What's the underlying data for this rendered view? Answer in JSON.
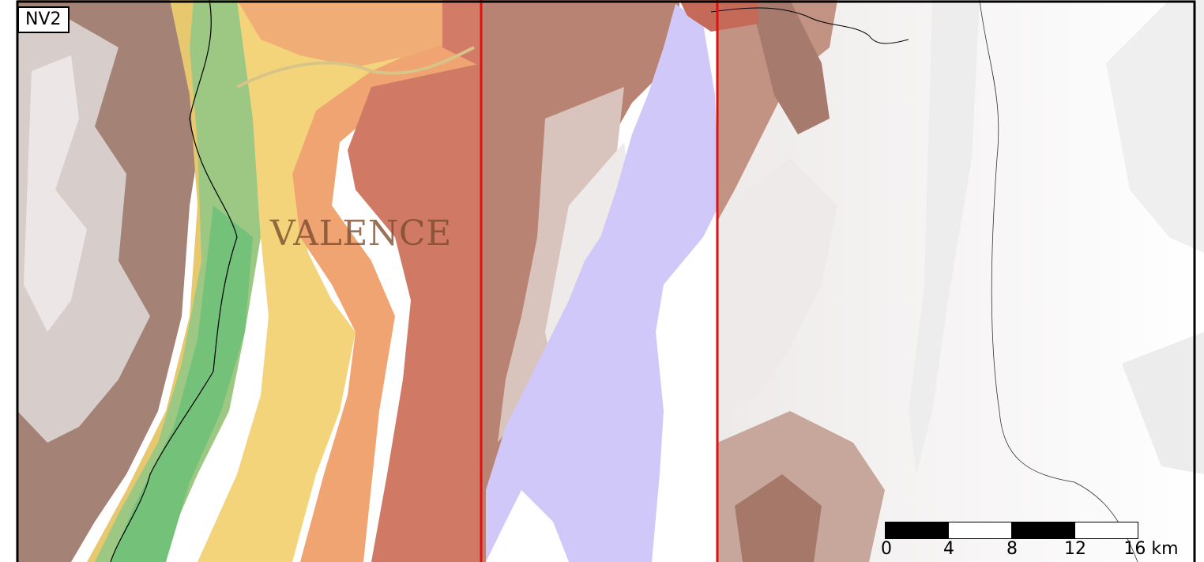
{
  "panel": {
    "label": "NV2"
  },
  "place_labels": {
    "valence": "VALENCE"
  },
  "scale_bar": {
    "ticks": [
      "0",
      "4",
      "8",
      "12",
      "16 km"
    ],
    "segment_colors": [
      "#000000",
      "#ffffff",
      "#000000",
      "#ffffff"
    ]
  },
  "colors": {
    "valley_green": "#6fc57c",
    "plain_yellow": "#f7d57a",
    "terrace_orange": "#f0a56f",
    "plateau_red": "#d37a66",
    "mountain_brown": "#a07868",
    "snow_white": "#f4f2f2",
    "lake_lavender": "#cfc8f8",
    "boundary_red": "#e01010",
    "river_black": "#000000"
  }
}
